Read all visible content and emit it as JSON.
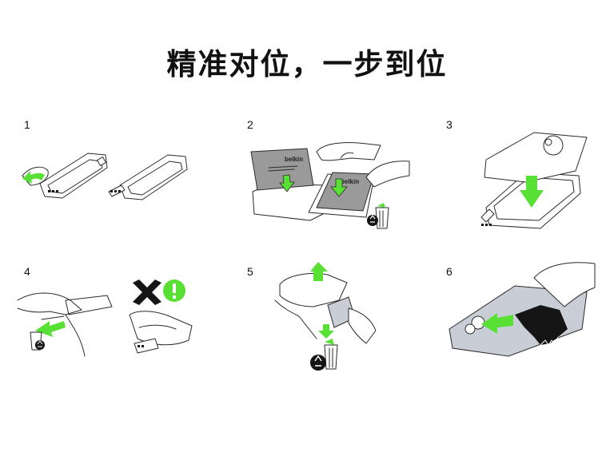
{
  "title": "精准对位，一步到位",
  "steps": [
    {
      "number": "1"
    },
    {
      "number": "2",
      "brand_label": "belkin"
    },
    {
      "number": "3"
    },
    {
      "number": "4"
    },
    {
      "number": "5"
    },
    {
      "number": "6"
    }
  ],
  "colors": {
    "accent": "#58e034",
    "ink": "#151515",
    "film": "#9a9a9a",
    "screen": "#c9ced6"
  },
  "icons": [
    "curved-arrow-icon",
    "down-arrow-icon",
    "recycle-bin-icon",
    "x-mark-icon",
    "warning-icon",
    "up-arrow-icon",
    "squeegee-icon"
  ]
}
